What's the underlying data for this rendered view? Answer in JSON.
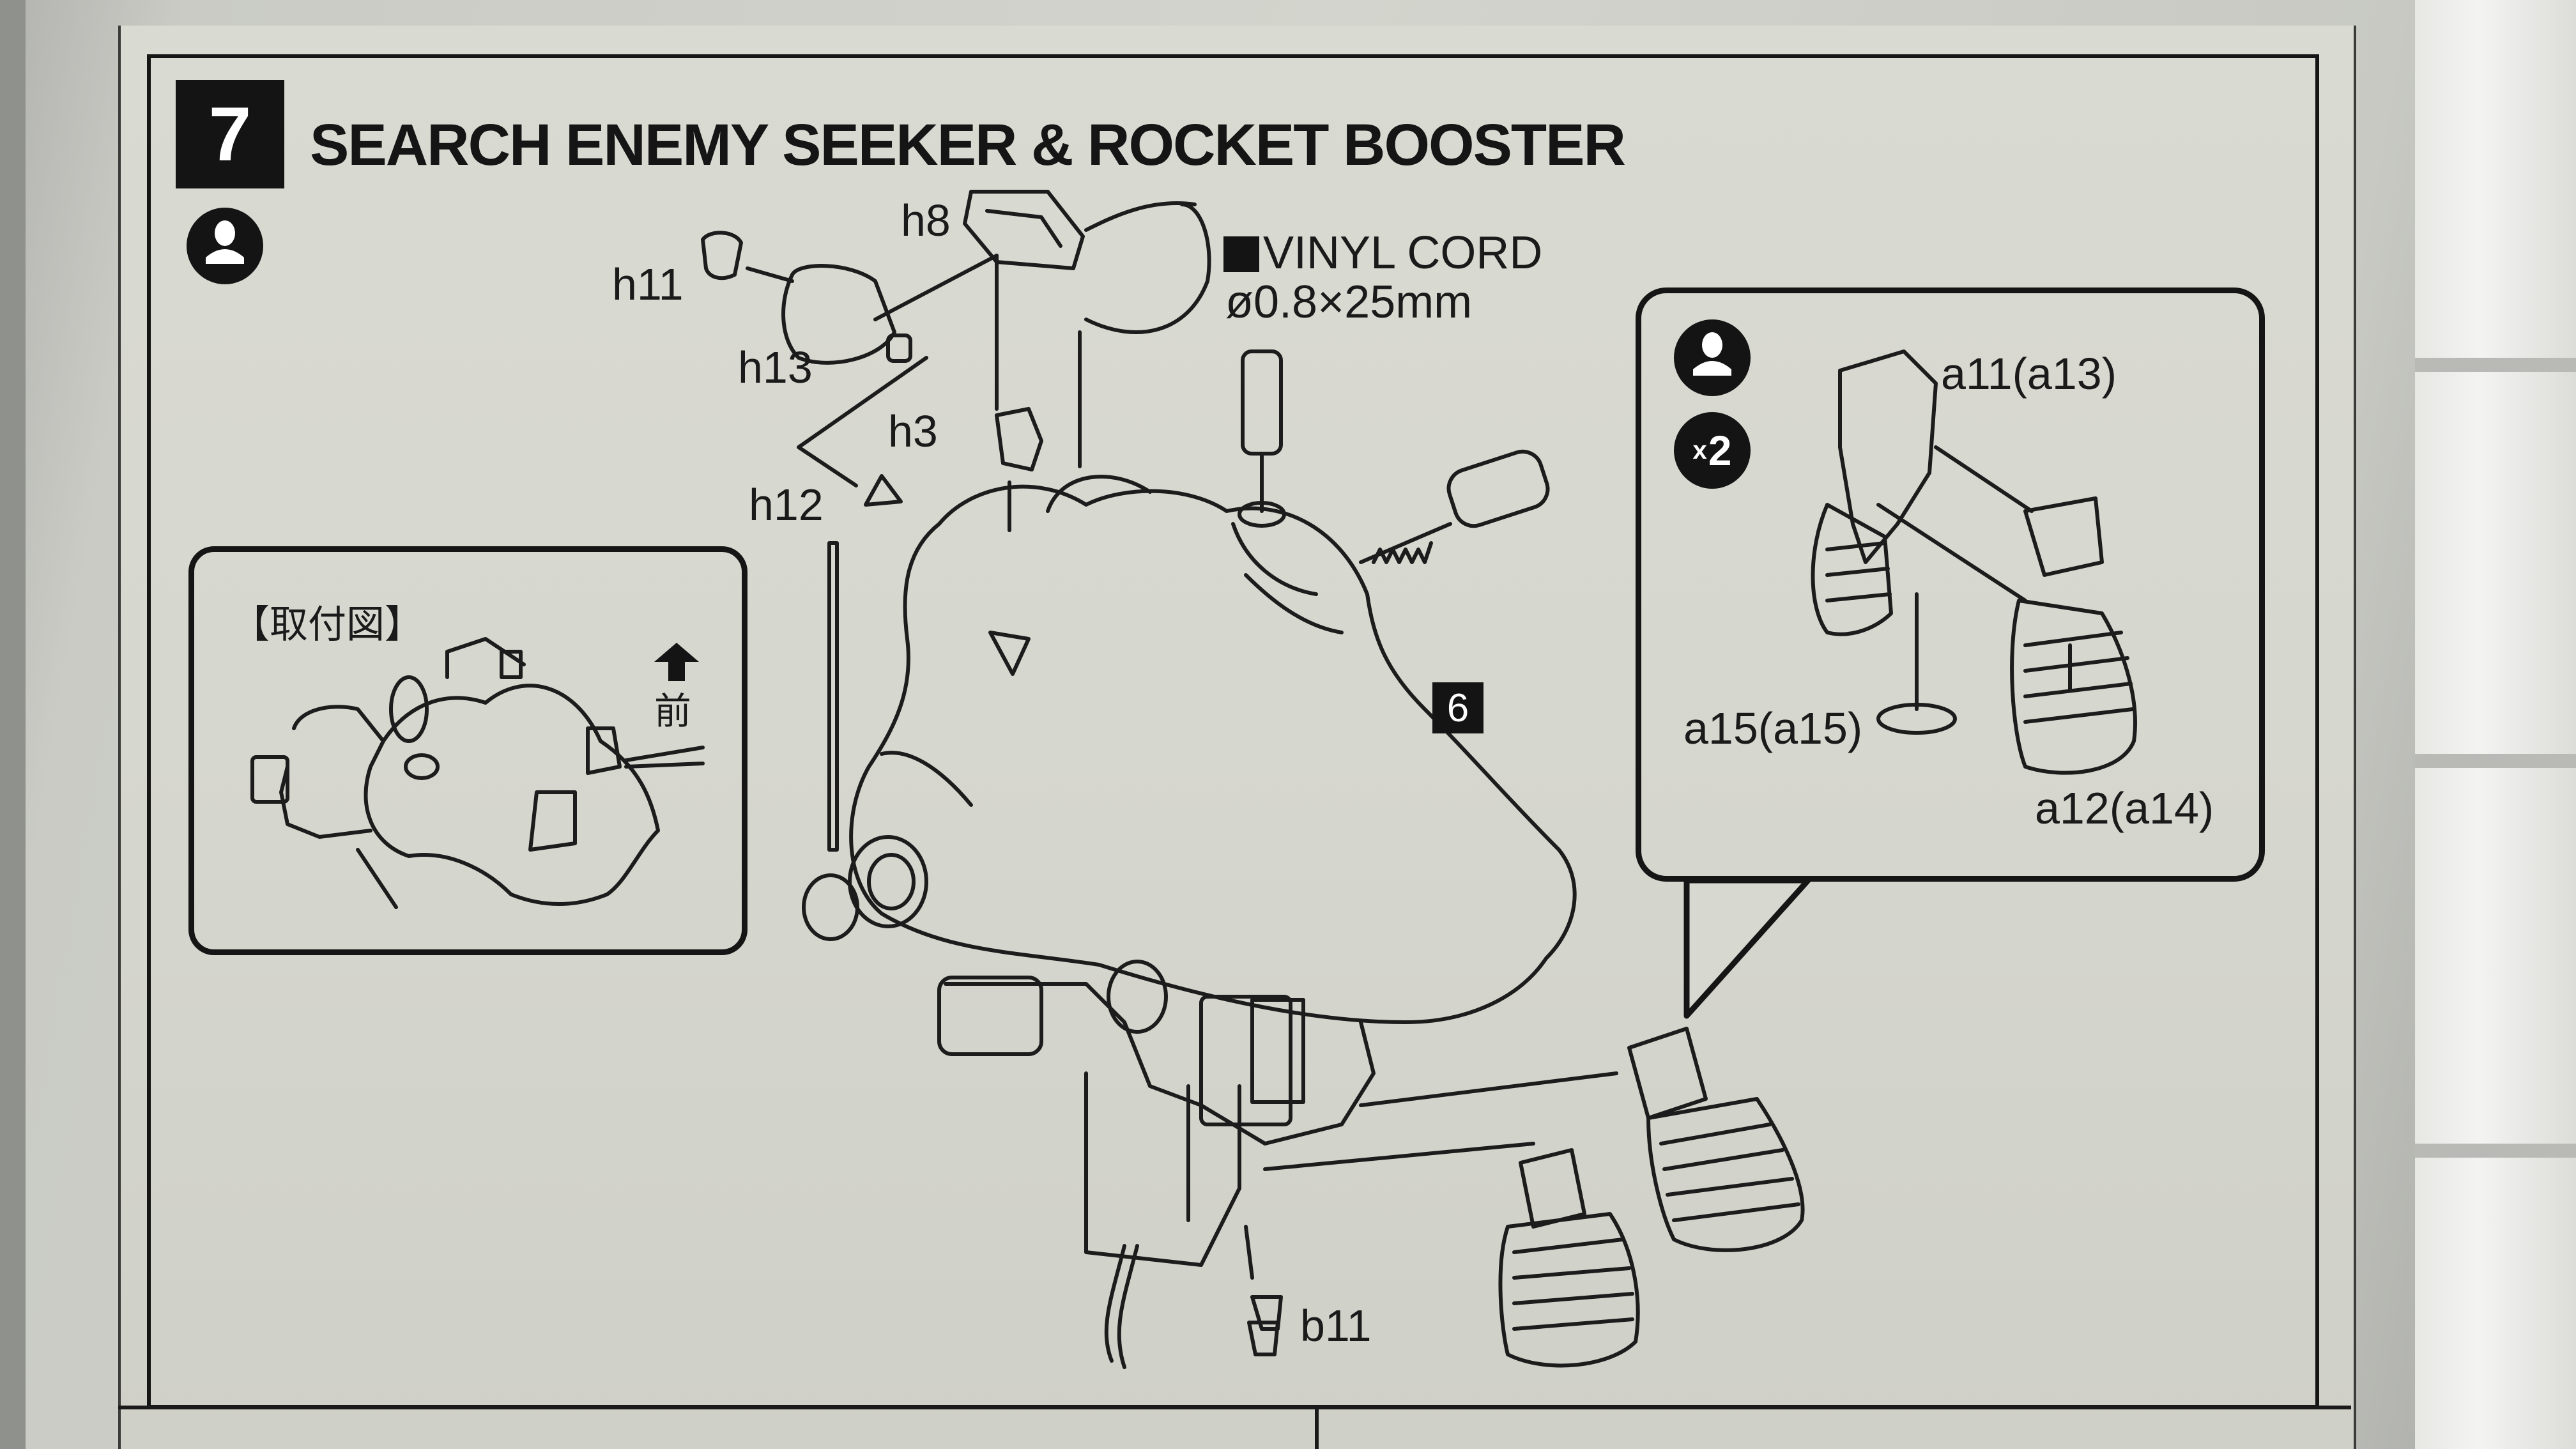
{
  "step": {
    "number": "7",
    "title": "SEARCH ENEMY SEEKER & ROCKET BOOSTER"
  },
  "parts": {
    "h8": "h8",
    "h11": "h11",
    "h13": "h13",
    "h3": "h3",
    "h12": "h12",
    "b11": "b11",
    "a11": "a11(a13)",
    "a15": "a15(a15)",
    "a12": "a12(a14)"
  },
  "vinyl_cord": {
    "name": "VINYL CORD",
    "size": "ø0.8×25mm"
  },
  "installation_inset": {
    "caption": "【取付図】",
    "front_label": "前"
  },
  "booster_inset": {
    "multiplier": "2"
  },
  "reference_step": "6",
  "icons": [
    "glue-icon",
    "glue-icon",
    "times-two-icon",
    "black-square-icon",
    "front-arrow-icon"
  ]
}
